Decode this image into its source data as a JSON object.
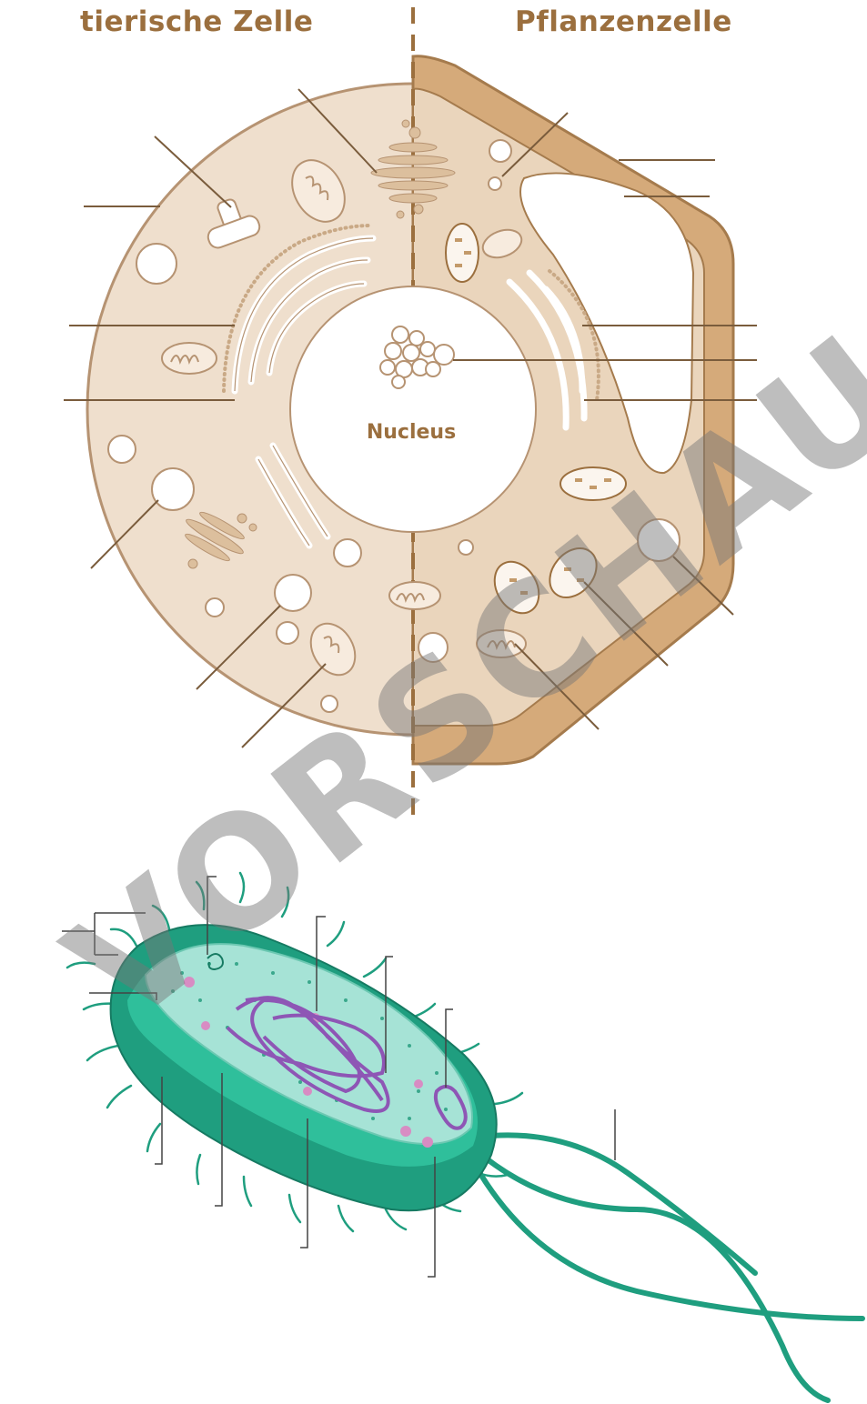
{
  "titles": {
    "animal": "tierische Zelle",
    "plant": "Pflanzenzelle"
  },
  "labels": {
    "nucleus": "Nucleus"
  },
  "watermark": "VORSCHAU",
  "colors": {
    "title": "#9b6f3e",
    "animal_cytoplasm": "#efdfcd",
    "plant_cytoplasm": "#ead5bc",
    "cell_wall": "#d5aa7a",
    "outline": "#b69372",
    "leader_line": "#7a5c3c",
    "bacterium_dark": "#1f9e7f",
    "bacterium_light": "#a6e3d6",
    "dna": "#8e56b5",
    "ribosome": "#d88cc3",
    "watermark": "#8a8a8a"
  }
}
